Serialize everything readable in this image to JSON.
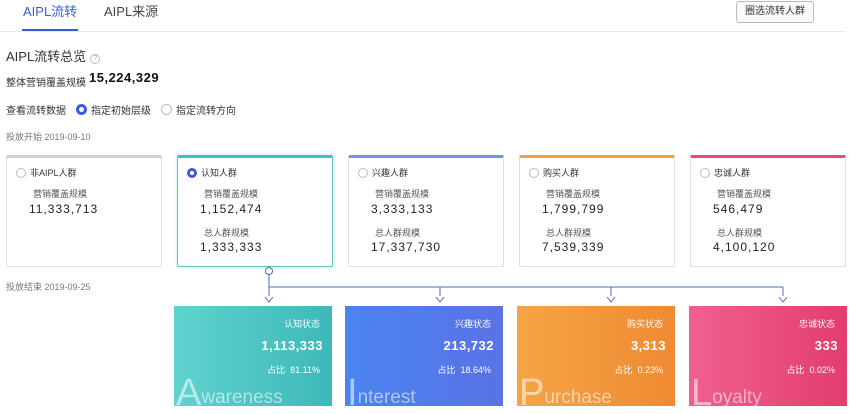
{
  "tabs": [
    {
      "label": "AIPL流转",
      "active": true
    },
    {
      "label": "AIPL来源",
      "active": false
    }
  ],
  "select_button": "圈选流转人群",
  "section_title": "AIPL流转总览",
  "overall": {
    "label": "整体营销覆盖规模",
    "value": "15,224,329"
  },
  "view": {
    "label": "查看流转数据",
    "options": [
      {
        "label": "指定初始层级",
        "selected": true
      },
      {
        "label": "指定流转方向",
        "selected": false
      }
    ]
  },
  "start_label": "投放开始 2019-09-10",
  "end_label": "投放结束 2019-09-25",
  "cards": [
    {
      "name": "非AIPL人群",
      "cover_label": "营销覆盖规模",
      "cover_value": "11,333,713",
      "selected": false,
      "accent": "#d0d0d0"
    },
    {
      "name": "认知人群",
      "cover_label": "营销覆盖规模",
      "cover_value": "1,152,474",
      "total_label": "总人群规模",
      "total_value": "1,333,333",
      "selected": true,
      "accent": "#40c0c0"
    },
    {
      "name": "兴趣人群",
      "cover_label": "营销覆盖规模",
      "cover_value": "3,333,133",
      "total_label": "总人群规模",
      "total_value": "17,337,730",
      "selected": false,
      "accent": "#7b8fe8"
    },
    {
      "name": "购买人群",
      "cover_label": "营销覆盖规模",
      "cover_value": "1,799,799",
      "total_label": "总人群规模",
      "total_value": "7,539,339",
      "selected": false,
      "accent": "#f0a040"
    },
    {
      "name": "忠诚人群",
      "cover_label": "营销覆盖规模",
      "cover_value": "546,479",
      "total_label": "总人群规模",
      "total_value": "4,100,120",
      "selected": false,
      "accent": "#e84a7e"
    }
  ],
  "stages": [
    {
      "name": "认知状态",
      "value": "1,113,333",
      "ratio_label": "占比",
      "ratio": "81.11%",
      "big_cap": "A",
      "big_rest": "wareness",
      "color_from": "#5fd3cf",
      "color_to": "#3eb8b8"
    },
    {
      "name": "兴趣状态",
      "value": "213,732",
      "ratio_label": "占比",
      "ratio": "18.64%",
      "big_cap": "I",
      "big_rest": "nterest",
      "color_from": "#4a84f0",
      "color_to": "#5a72e6"
    },
    {
      "name": "购买状态",
      "value": "3,313",
      "ratio_label": "占比",
      "ratio": "0.23%",
      "big_cap": "P",
      "big_rest": "urchase",
      "color_from": "#f5a545",
      "color_to": "#ef8a33"
    },
    {
      "name": "忠诚状态",
      "value": "333",
      "ratio_label": "占比",
      "ratio": "0.02%",
      "big_cap": "L",
      "big_rest": "oyalty",
      "color_from": "#f0608e",
      "color_to": "#e23d6f"
    }
  ],
  "colors": {
    "primary": "#3b5bdb",
    "flow_line": "#4d6ac2"
  },
  "icons": {
    "help": "help-circle-icon",
    "arrow": "arrow-down-icon"
  }
}
